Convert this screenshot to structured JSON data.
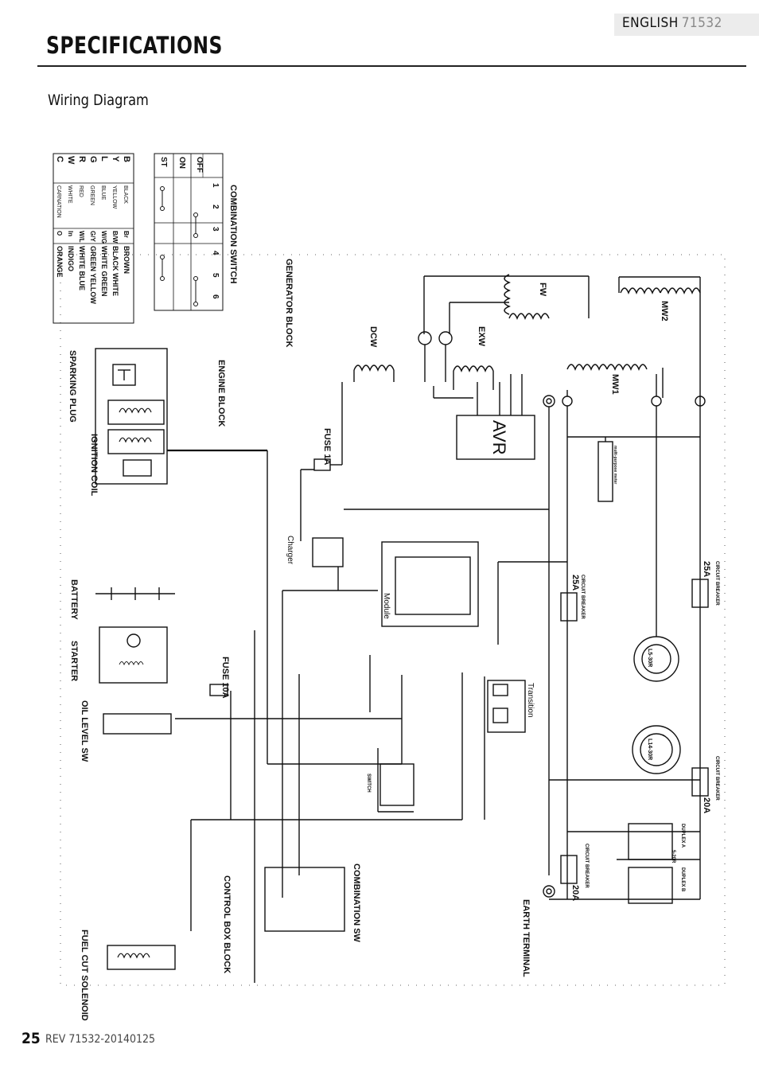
{
  "header": {
    "language": "ENGLISH",
    "model": "71532",
    "title": "SPECIFICATIONS",
    "subtitle": "Wiring Diagram"
  },
  "footer": {
    "page_number": "25",
    "revision": "REV 71532-20140125"
  },
  "color_legend": [
    {
      "code": "B",
      "color": "BLACK",
      "code2": "Br",
      "name2": "BROWN"
    },
    {
      "code": "Y",
      "color": "YELLOW",
      "code2": "B/W",
      "name2": "BLACK WHITE"
    },
    {
      "code": "L",
      "color": "BLUE",
      "code2": "W/G",
      "name2": "WHITE GREEN"
    },
    {
      "code": "G",
      "color": "GREEN",
      "code2": "G/Y",
      "name2": "GREEN YELLOW"
    },
    {
      "code": "R",
      "color": "RED",
      "code2": "W/L",
      "name2": "WHITE BLUE"
    },
    {
      "code": "W",
      "color": "WHITE",
      "code2": "In",
      "name2": "INDIGO"
    },
    {
      "code": "C",
      "color": "CARNATION",
      "code2": "O",
      "name2": "ORANGE"
    }
  ],
  "combination_switch": {
    "title": "COMBINATION SWITCH",
    "columns": [
      "1",
      "2",
      "3",
      "4",
      "5",
      "6"
    ],
    "rows": [
      "OFF",
      "ON",
      "ST"
    ]
  },
  "labels": {
    "generator_block": "GENERATOR BLOCK",
    "engine_block": "ENGINE BLOCK",
    "control_box_block": "CONTROL BOX BLOCK",
    "sparking_plug": "SPARKING PLUG",
    "ignition_coil": "IGNITION COIL",
    "battery": "BATTERY",
    "starter": "STARTER",
    "oil_level_sw": "OIL LEVEL SW",
    "fuel_cut_solenoid": "FUEL CUT SOLENOID",
    "combination_sw": "COMBINATION SW",
    "earth_terminal": "EARTH TERMINAL",
    "avr": "AVR",
    "fuse_1a": "FUSE 1A",
    "fuse_10a": "FUSE 10A",
    "fw": "FW",
    "mw1": "MW1",
    "mw2": "MW2",
    "dcw": "DCW",
    "exw": "EXW",
    "charger": "Charger",
    "module": "Module",
    "transition": "Transition",
    "switch": "SWITCH",
    "multipurpose_meter": "multi-purpose meter",
    "circuit_breaker": "CIRCUIT BREAKER",
    "cb_25a": "25A",
    "cb_20a": "20A",
    "l5_30r": "L5-30R",
    "l14_30r": "L14-30R",
    "duplex_a": "DUPLEX A",
    "duplex_b": "DUPLEX B",
    "r5_20r": "5-20R"
  }
}
